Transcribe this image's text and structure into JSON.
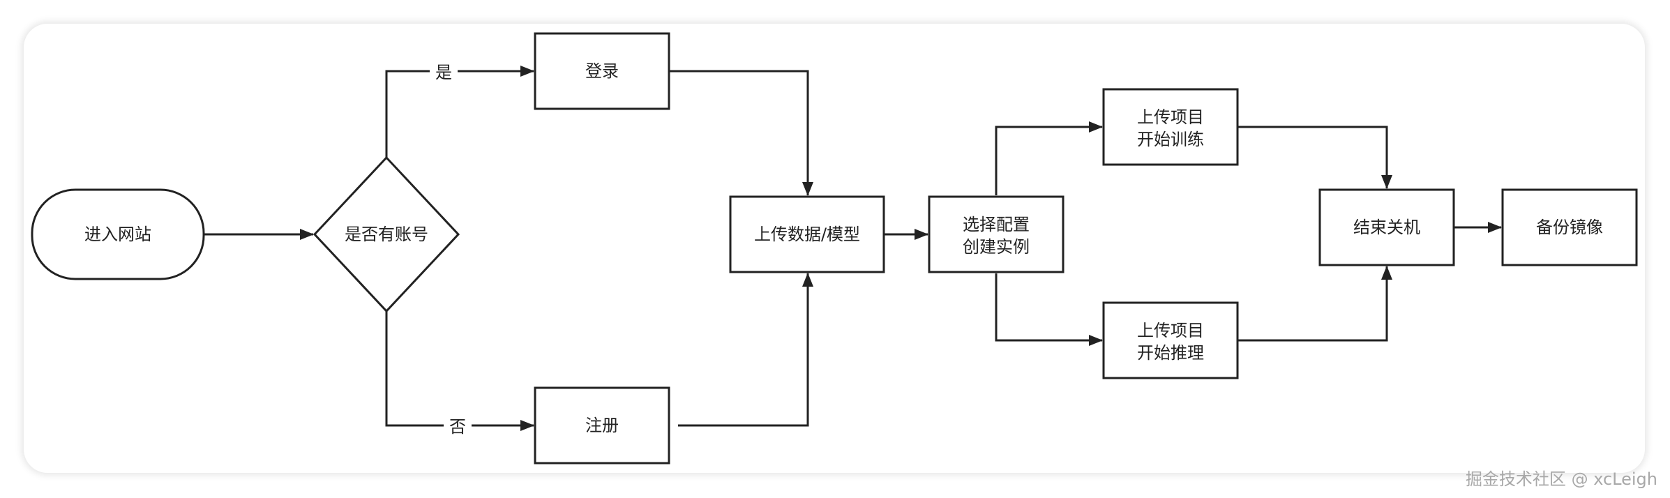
{
  "nodes": {
    "start": {
      "label": "进入网站"
    },
    "has_account": {
      "label": "是否有账号"
    },
    "login": {
      "label": "登录"
    },
    "register": {
      "label": "注册"
    },
    "upload": {
      "label": "上传数据/模型"
    },
    "select_config": {
      "lines": [
        "选择配置",
        "创建实例"
      ]
    },
    "train": {
      "lines": [
        "上传项目",
        "开始训练"
      ]
    },
    "infer": {
      "lines": [
        "上传项目",
        "开始推理"
      ]
    },
    "shutdown": {
      "label": "结束关机"
    },
    "backup": {
      "label": "备份镜像"
    }
  },
  "edges": {
    "yes_label": "是",
    "no_label": "否"
  },
  "watermark": "掘金技术社区 @ xcLeigh"
}
